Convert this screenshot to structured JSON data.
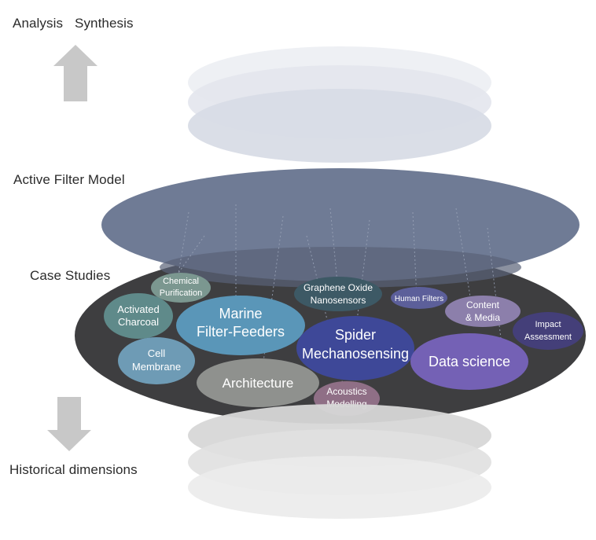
{
  "labels": {
    "analysis": "Analysis",
    "synthesis": "Synthesis",
    "active_filter_model": "Active Filter  Model",
    "case_studies": "Case Studies",
    "historical_dimensions": "Historical dimensions"
  },
  "bubbles": {
    "chemical_purification": [
      "Chemical",
      "Purification"
    ],
    "activated_charcoal": [
      "Activated",
      "Charcoal"
    ],
    "marine_filter_feeders": [
      "Marine",
      "Filter-Feeders"
    ],
    "graphene_oxide": [
      "Graphene Oxide",
      "Nanosensors"
    ],
    "human_filters": [
      "Human Filters"
    ],
    "content_media": [
      "Content",
      "& Media"
    ],
    "impact_assessment": [
      "Impact",
      "Assessment"
    ],
    "cell_membrane": [
      "Cell",
      "Membrane"
    ],
    "spider_mechanosensing": [
      "Spider",
      "Mechanosensing"
    ],
    "data_science": [
      "Data science"
    ],
    "architecture": [
      "Architecture"
    ],
    "acoustics_modelling": [
      "Acoustics",
      "Modelling"
    ]
  },
  "colors": {
    "dark_disc": "#3e3e40",
    "model_disc": "#6d7a94",
    "upper_discs": "#dfe3ea",
    "lower_discs": "#d9d9d9",
    "arrow": "#c8c8c8"
  }
}
